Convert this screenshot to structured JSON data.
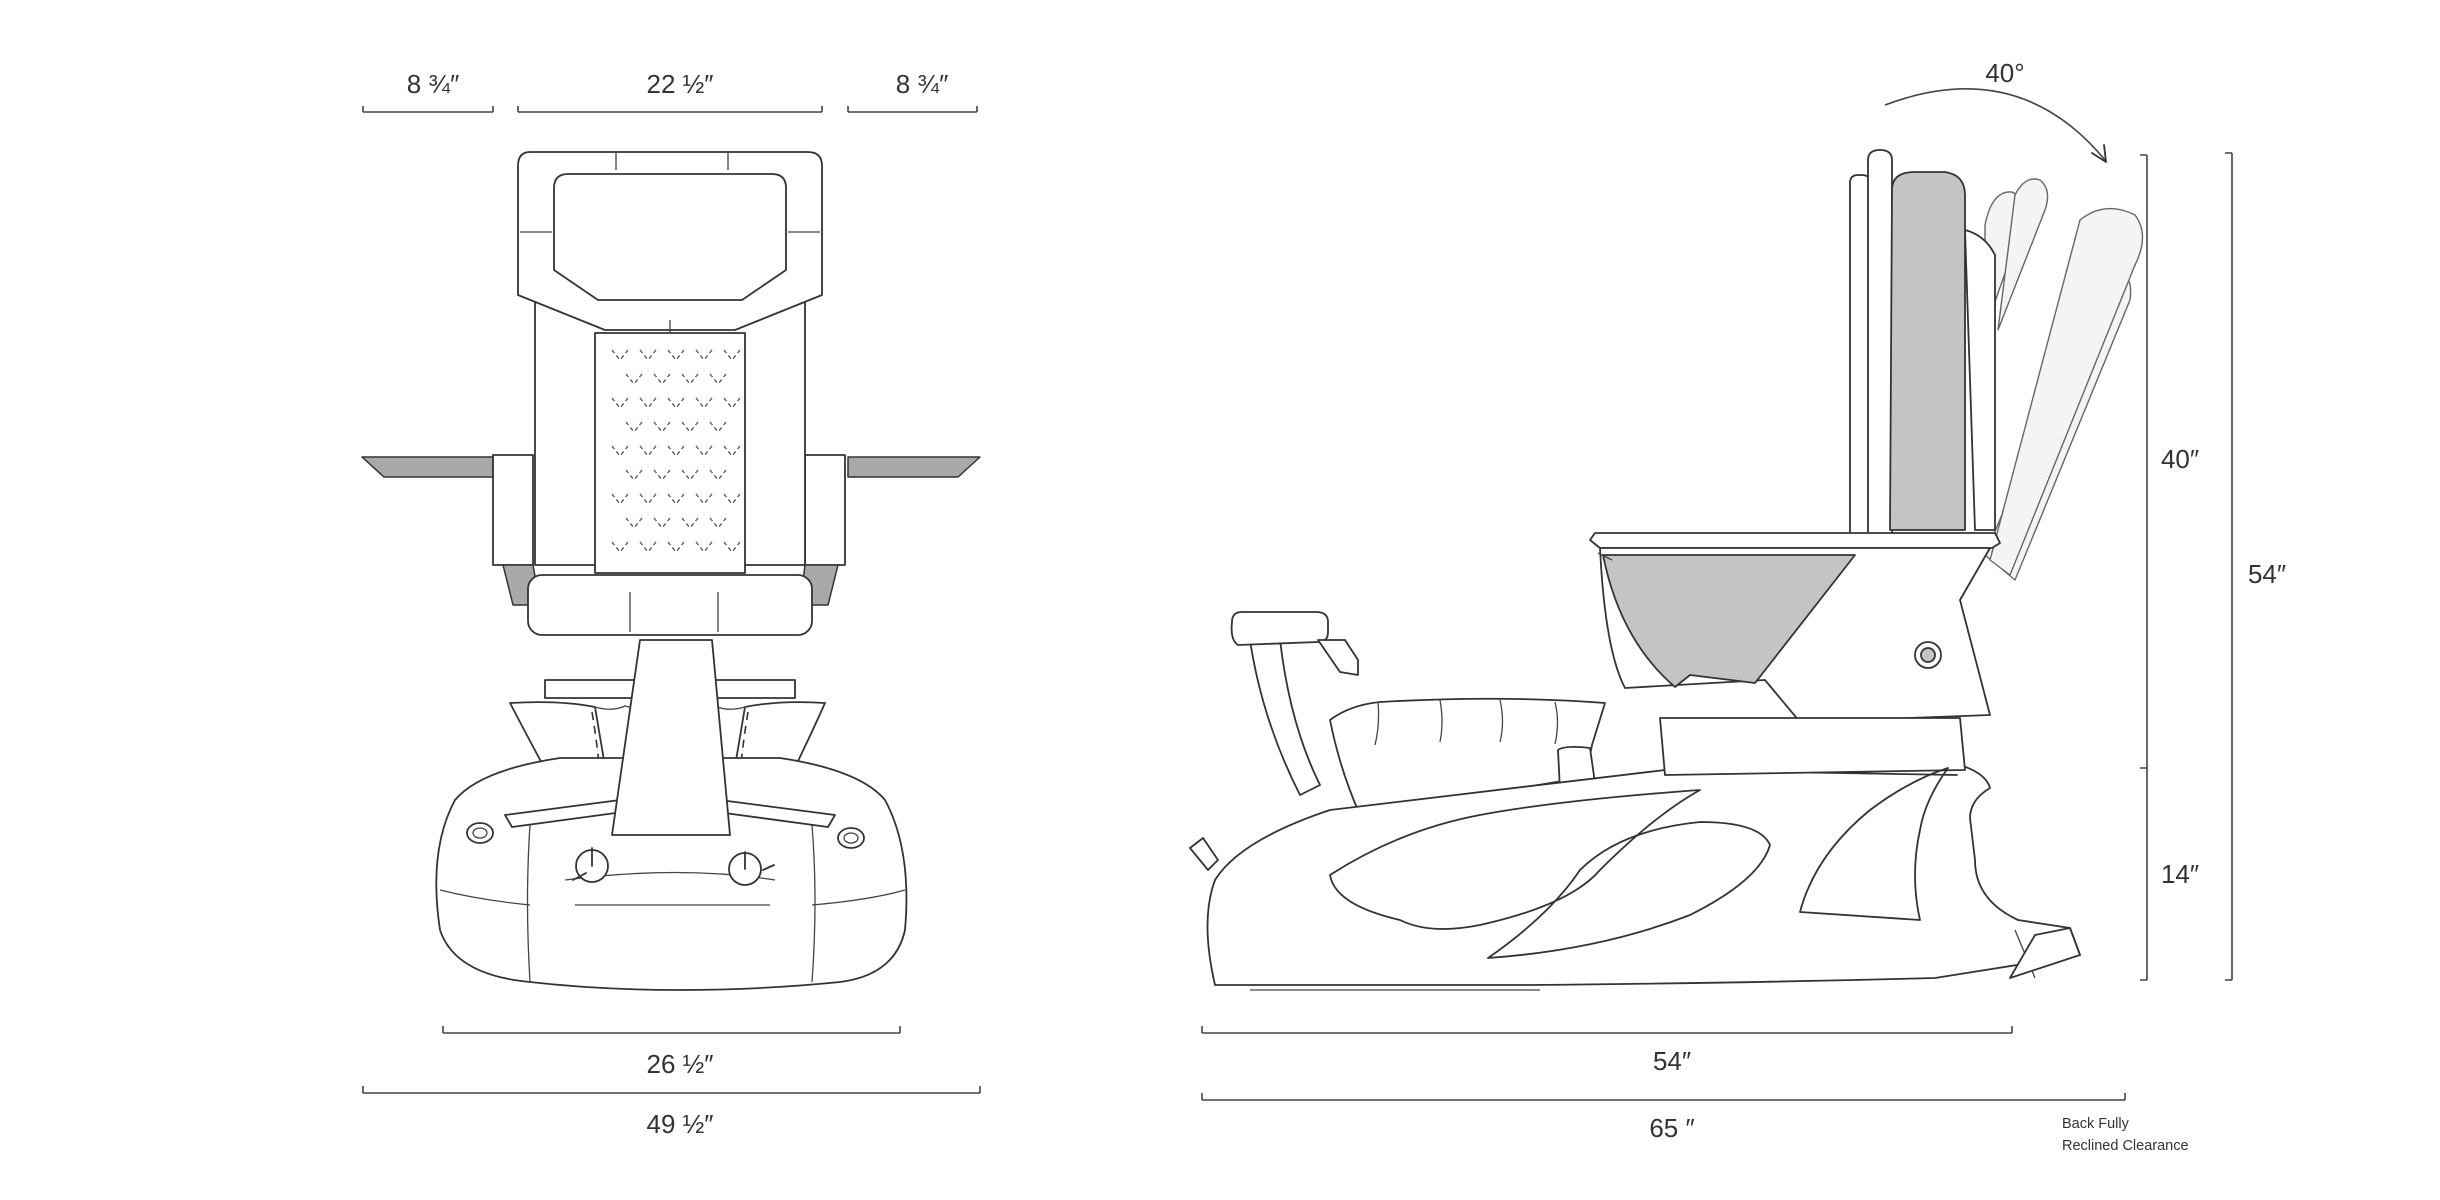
{
  "front_view": {
    "dim_top_left": "8 ¾″",
    "dim_top_center": "22 ½″",
    "dim_top_right": "8 ¾″",
    "dim_base_width": "26 ½″",
    "dim_overall_width": "49 ½″"
  },
  "side_view": {
    "dim_recline_angle": "40°",
    "dim_backrest_height": "40″",
    "dim_overall_height": "54″",
    "dim_seat_height": "14″",
    "dim_base_length": "54″",
    "dim_reclined_length": "65 ″",
    "note_line1": "Back Fully",
    "note_line2": "Reclined Clearance"
  }
}
